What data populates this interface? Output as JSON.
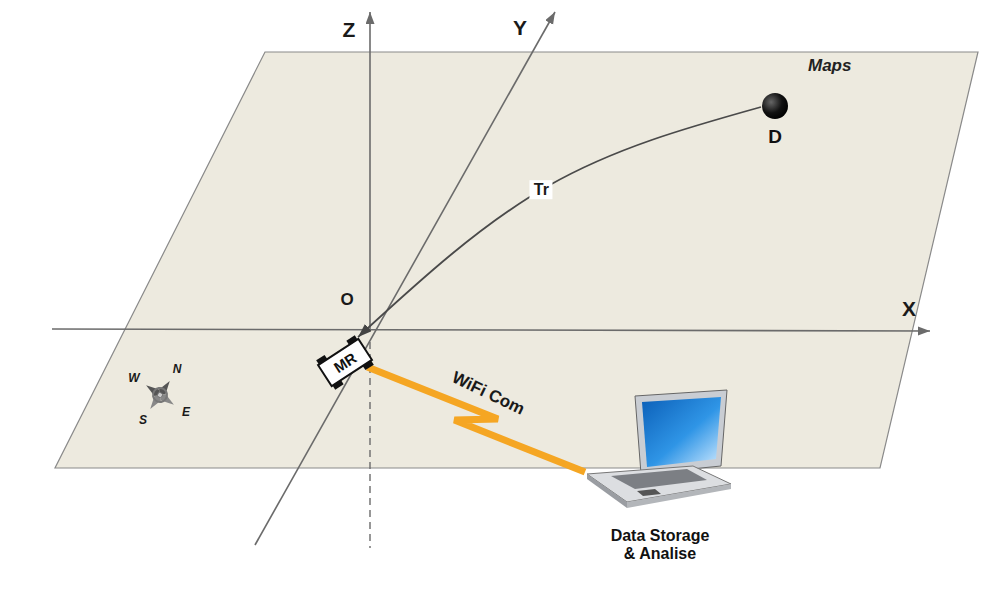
{
  "diagram": {
    "nodes": [
      {
        "text": [
          "Maps"
        ]
      },
      {
        "text": [
          "MR"
        ],
        "in": 0
      },
      {
        "text": [
          "D"
        ],
        "in": 0
      },
      {
        "text": [
          "Data Storage & Analise"
        ]
      }
    ],
    "edges": [
      {
        "from": 2,
        "to": 1,
        "arrow": "to",
        "label": "Tr"
      },
      {
        "from": 1,
        "to": 3,
        "arrow": "none",
        "label": "WiFi Com"
      }
    ],
    "labels": [
      "Z",
      "Y",
      "X",
      "O",
      "N",
      "E",
      "S",
      "W"
    ]
  }
}
